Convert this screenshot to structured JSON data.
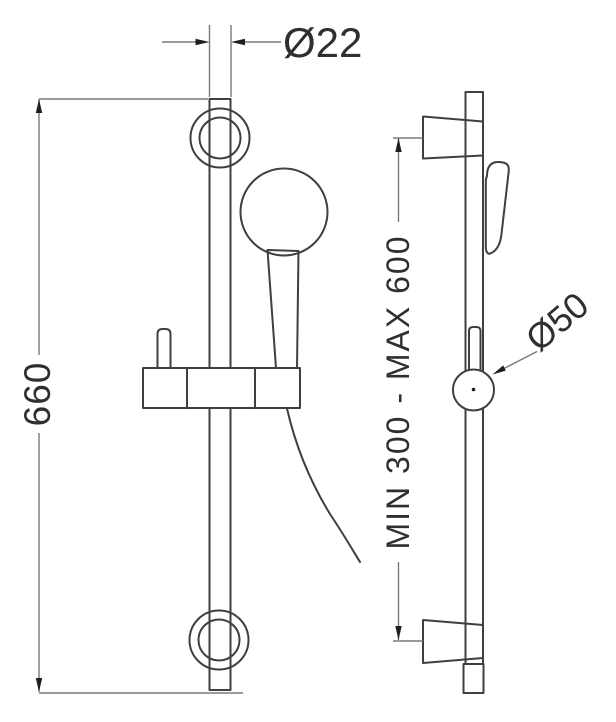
{
  "drawing": {
    "labels": {
      "tube_diameter": "Ø22",
      "rail_length": "660",
      "mount_range": "MIN 300 - MAX 600",
      "knob_diameter": "Ø50"
    },
    "colors": {
      "outline": "#3f3f3f",
      "dimension": "#7a7a7a",
      "arrow": "#1f1f1f",
      "text": "#2f2f2f",
      "background": "#ffffff"
    }
  }
}
